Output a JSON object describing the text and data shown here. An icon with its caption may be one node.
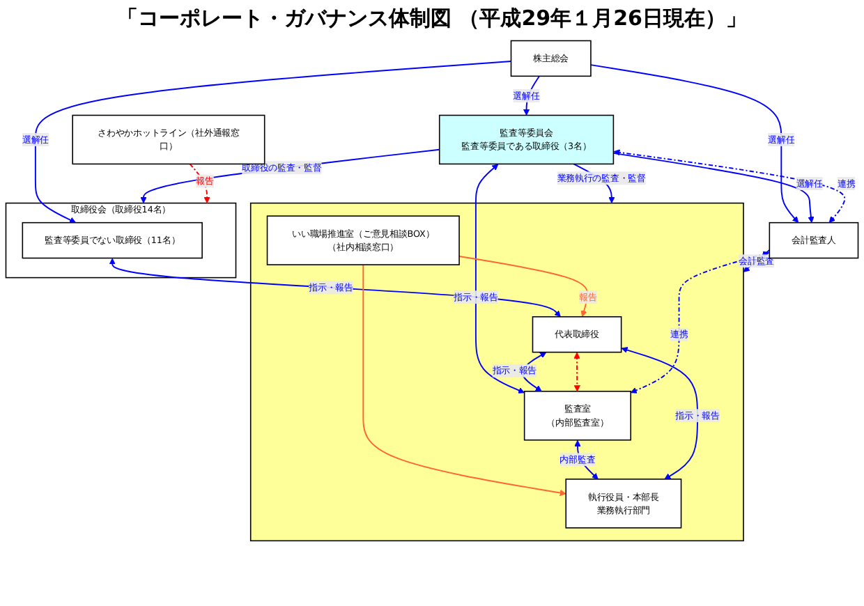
{
  "diagram": {
    "title": "「コーポレート・ガバナンス体制図 （平成29年１月26日現在）」",
    "nodes": [
      {
        "text": [
          "株主総会"
        ]
      },
      {
        "text": [
          "取締役会（取締役14名）"
        ]
      },
      {
        "text": [
          "監査等委員でない取締役（11名）"
        ],
        "in": 1
      },
      {
        "text": [
          "監査等委員会",
          "監査等委員である取締役（3名）"
        ]
      },
      {
        "text": [],
        "shape": "box"
      },
      {
        "text": [
          "代表取締役"
        ],
        "in": 4
      },
      {
        "text": [
          "監査室",
          "（内部監査室）"
        ],
        "in": 4
      },
      {
        "text": [
          "執行役員・本部長",
          "業務執行部門"
        ],
        "in": 4
      },
      {
        "text": [
          "いい職場推進室（ご意見相談BOX）（社内相談窓口）"
        ],
        "in": 4
      },
      {
        "text": [
          "会計監査人"
        ]
      },
      {
        "text": [
          "さわやかホットライン（社外通報窓口）"
        ]
      }
    ],
    "edges": [
      {
        "from": 0,
        "to": 2,
        "arrow": "to",
        "label": "選解任"
      },
      {
        "from": 0,
        "to": 3,
        "arrow": "to",
        "label": "選解任"
      },
      {
        "from": 0,
        "to": 9,
        "arrow": "to",
        "label": "選解任"
      },
      {
        "from": 3,
        "to": 1,
        "arrow": "to",
        "label": "取締役の監査・監督"
      },
      {
        "from": 3,
        "to": 9,
        "arrow": "to",
        "label": "選解任"
      },
      {
        "from": 3,
        "to": 9,
        "arrow": "both",
        "label": "連携",
        "style": "dashed"
      },
      {
        "from": 2,
        "to": 5,
        "arrow": "both",
        "label": "指示・報告"
      },
      {
        "from": 3,
        "to": 4,
        "arrow": "to",
        "label": "業務執行の監査・監督"
      },
      {
        "from": 3,
        "to": 6,
        "arrow": "both",
        "label": "指示・報告"
      },
      {
        "from": 5,
        "to": 6,
        "arrow": "both",
        "label": "指示・報告"
      },
      {
        "from": 5,
        "to": 6,
        "arrow": "both",
        "style": "dashed",
        "color": "#ff0000"
      },
      {
        "from": 8,
        "to": 5,
        "arrow": "to",
        "label": "報告",
        "color": "#ff6633"
      },
      {
        "from": 8,
        "to": 7,
        "arrow": "to",
        "color": "#ff6633"
      },
      {
        "from": 6,
        "to": 7,
        "arrow": "both",
        "label": "内部監査"
      },
      {
        "from": 5,
        "to": 7,
        "arrow": "both",
        "label": "指示・報告"
      },
      {
        "from": 9,
        "to": 4,
        "arrow": "to",
        "label": "会計監査"
      },
      {
        "from": 9,
        "to": 6,
        "arrow": "both",
        "label": "連携",
        "style": "dashed"
      },
      {
        "from": 10,
        "to": 1,
        "arrow": "to",
        "label": "報告",
        "style": "dashed",
        "color": "#ff0000"
      }
    ]
  }
}
